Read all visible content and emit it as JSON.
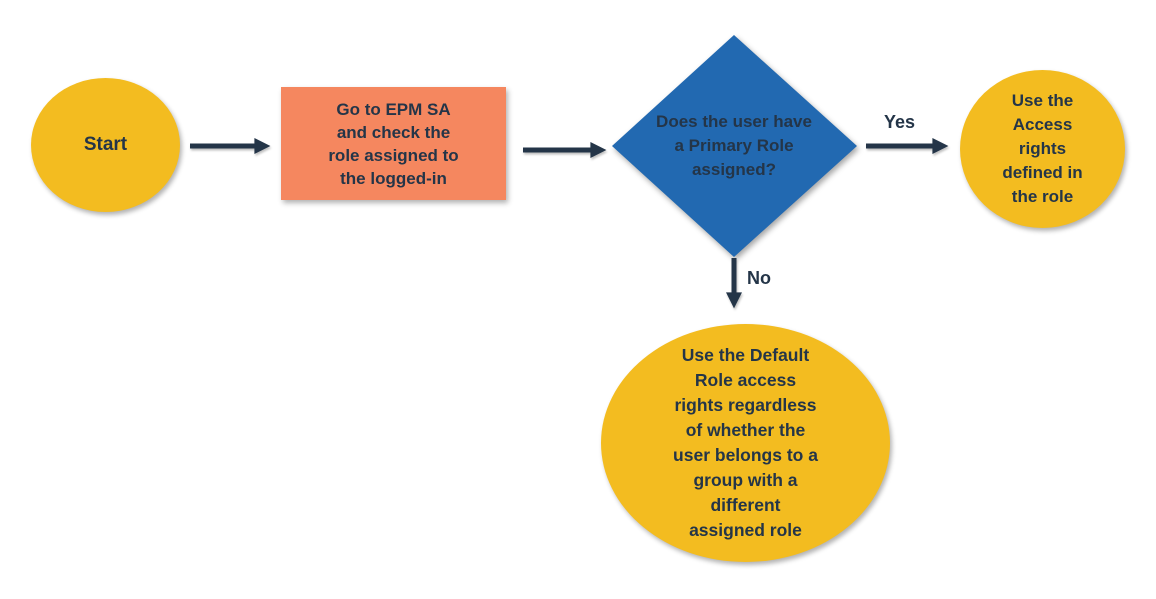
{
  "colors": {
    "yellow": "#F3BC20",
    "orange": "#F5875F",
    "blue": "#2269B1",
    "ink": "#243548",
    "bg": "#FFFFFF"
  },
  "nodes": {
    "start": {
      "label": "Start"
    },
    "process": {
      "lines": [
        "Go to EPM SA",
        "and check the",
        "role assigned to",
        "the logged-in"
      ]
    },
    "decision": {
      "lines": [
        "Does the",
        "user have",
        "a Primary",
        "Role",
        "assigned?"
      ]
    },
    "yes_outcome": {
      "lines": [
        "Use the",
        "Access",
        "rights",
        "defined in",
        "the role"
      ]
    },
    "no_outcome": {
      "lines": [
        "Use the Default",
        "Role access",
        "rights regardless",
        "of whether the",
        "user belongs to a",
        "group with a",
        "different",
        "assigned role"
      ]
    }
  },
  "edges": {
    "yes_label": "Yes",
    "no_label": "No"
  }
}
